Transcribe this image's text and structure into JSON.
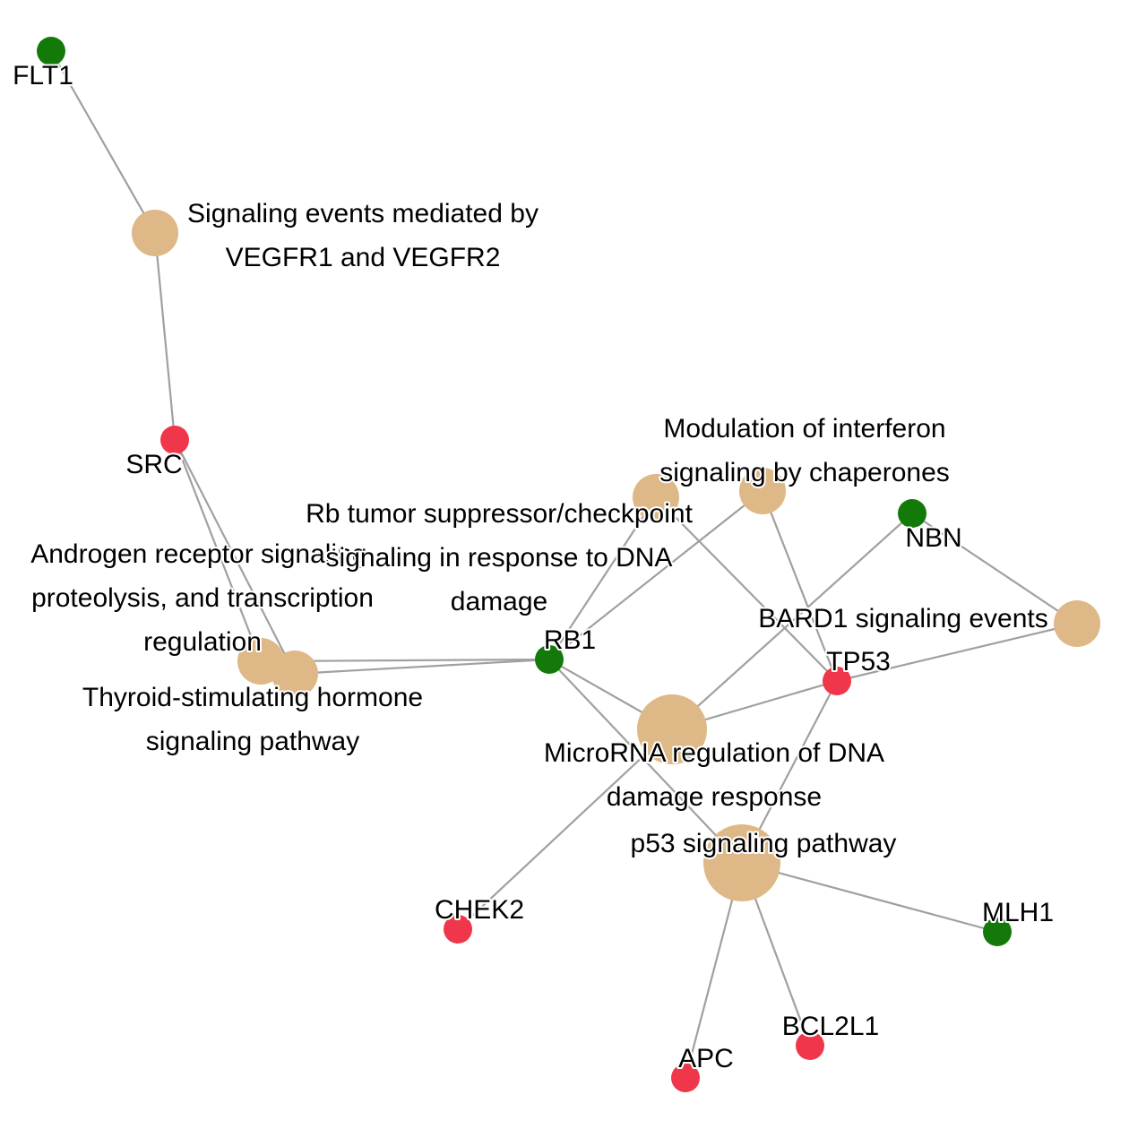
{
  "title": "Gene-pathway enrichment network",
  "colors": {
    "pathway": "#DEB887",
    "up": "#F0364B",
    "down": "#137A0A",
    "edge": "#A0A0A0"
  },
  "nodes": [
    {
      "id": "FLT1",
      "type": "gene",
      "status": "down",
      "label": [
        "FLT1"
      ]
    },
    {
      "id": "VEGFR",
      "type": "pathway",
      "size": "medium",
      "label": [
        "Signaling events mediated by",
        "VEGFR1 and VEGFR2"
      ]
    },
    {
      "id": "SRC",
      "type": "gene",
      "status": "up",
      "label": [
        "SRC"
      ]
    },
    {
      "id": "AR",
      "type": "pathway",
      "size": "medium",
      "label": [
        "Androgen receptor signaling,",
        "proteolysis, and transcription",
        "regulation"
      ]
    },
    {
      "id": "TSH",
      "type": "pathway",
      "size": "medium",
      "label": [
        "Thyroid-stimulating hormone",
        "signaling pathway"
      ]
    },
    {
      "id": "RB",
      "type": "pathway",
      "size": "small",
      "label": [
        "Rb tumor suppressor/checkpoint",
        "signaling in response to DNA",
        "damage"
      ]
    },
    {
      "id": "IFN",
      "type": "pathway",
      "size": "medium",
      "label": [
        "Modulation of interferon",
        "signaling by chaperones"
      ]
    },
    {
      "id": "RB1",
      "type": "gene",
      "status": "down",
      "label": [
        "RB1"
      ]
    },
    {
      "id": "NBN",
      "type": "gene",
      "status": "down",
      "label": [
        "NBN"
      ]
    },
    {
      "id": "BARD1",
      "type": "pathway",
      "size": "medium",
      "label": [
        "BARD1 signaling events"
      ]
    },
    {
      "id": "TP53",
      "type": "gene",
      "status": "up",
      "label": [
        "TP53"
      ]
    },
    {
      "id": "MIR",
      "type": "pathway",
      "size": "large",
      "label": [
        "MicroRNA regulation of DNA",
        "damage response"
      ]
    },
    {
      "id": "P53P",
      "type": "pathway",
      "size": "xlarge",
      "label": [
        "p53 signaling pathway"
      ]
    },
    {
      "id": "CHEK2",
      "type": "gene",
      "status": "up",
      "label": [
        "CHEK2"
      ]
    },
    {
      "id": "MLH1",
      "type": "gene",
      "status": "down",
      "label": [
        "MLH1"
      ]
    },
    {
      "id": "APC",
      "type": "gene",
      "status": "up",
      "label": [
        "APC"
      ]
    },
    {
      "id": "BCL2L1",
      "type": "gene",
      "status": "up",
      "label": [
        "BCL2L1"
      ]
    }
  ],
  "edges": [
    [
      "FLT1",
      "VEGFR"
    ],
    [
      "VEGFR",
      "SRC"
    ],
    [
      "SRC",
      "AR"
    ],
    [
      "SRC",
      "TSH"
    ],
    [
      "AR",
      "RB1"
    ],
    [
      "TSH",
      "RB1"
    ],
    [
      "RB1",
      "RB"
    ],
    [
      "RB1",
      "IFN"
    ],
    [
      "RB1",
      "MIR"
    ],
    [
      "RB1",
      "P53P"
    ],
    [
      "RB",
      "TP53"
    ],
    [
      "IFN",
      "TP53"
    ],
    [
      "NBN",
      "MIR"
    ],
    [
      "NBN",
      "BARD1"
    ],
    [
      "BARD1",
      "TP53"
    ],
    [
      "TP53",
      "MIR"
    ],
    [
      "TP53",
      "P53P"
    ],
    [
      "CHEK2",
      "MIR"
    ],
    [
      "P53P",
      "MLH1"
    ],
    [
      "P53P",
      "APC"
    ],
    [
      "P53P",
      "BCL2L1"
    ]
  ]
}
